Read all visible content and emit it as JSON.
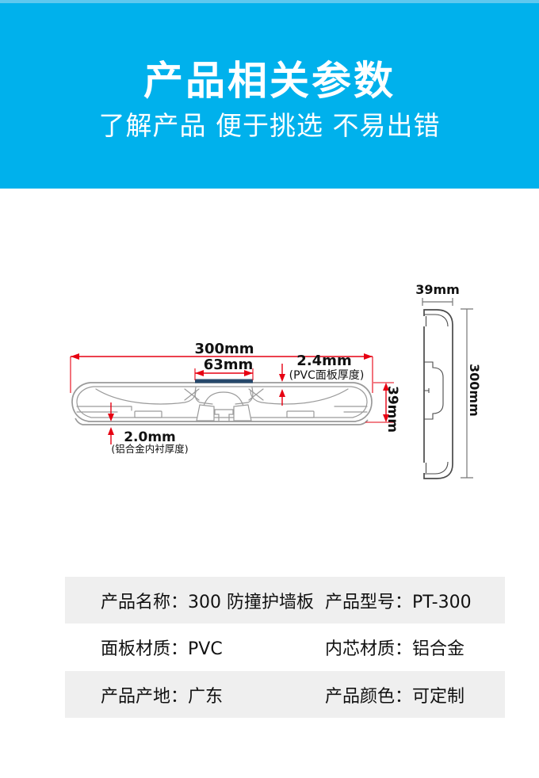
{
  "colors": {
    "banner_blue": "#00b1ec",
    "banner_strip": "#5ec8ef",
    "dimension_red": "#e60012",
    "outline_gray": "#9a9a9a",
    "side_outline": "#4a4a4a",
    "pvc_navy": "#26486b",
    "row_gray": "#efefef",
    "text_dark": "#111111",
    "white": "#ffffff"
  },
  "header": {
    "title": "产品相关参数",
    "subtitle": "了解产品 便于挑选 不易出错"
  },
  "diagram": {
    "cross_section": {
      "overall_width": "300mm",
      "panel_width": "63mm",
      "pvc_thickness": "2.4mm",
      "pvc_thickness_note": "(PVC面板厚度)",
      "profile_height": "39mm",
      "aluminium_thickness": "2.0mm",
      "aluminium_thickness_note": "(铝合金内衬厚度)"
    },
    "side_view": {
      "depth": "39mm",
      "height": "300mm"
    }
  },
  "specs": {
    "rows": [
      {
        "left": "产品名称：300 防撞护墙板",
        "right": "产品型号：PT-300"
      },
      {
        "left": "面板材质：PVC",
        "right": "内芯材质：铝合金"
      },
      {
        "left": "产品产地：广东",
        "right": "产品颜色：可定制"
      }
    ]
  }
}
